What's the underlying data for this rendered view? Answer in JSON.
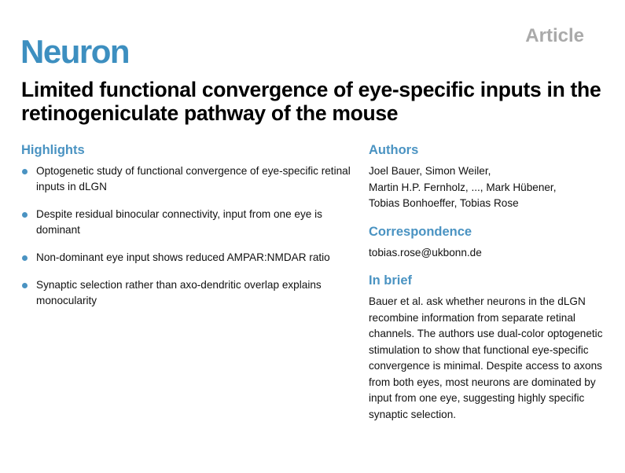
{
  "header": {
    "journal": "Neuron",
    "article_type": "Article",
    "title": "Limited functional convergence of eye-specific inputs in the retinogeniculate pathway of the mouse"
  },
  "highlights": {
    "heading": "Highlights",
    "items": [
      "Optogenetic study of functional convergence of eye-specific retinal inputs in dLGN",
      "Despite residual binocular connectivity, input from one eye is dominant",
      "Non-dominant eye input shows reduced AMPAR:NMDAR ratio",
      "Synaptic selection rather than axo-dendritic overlap explains monocularity"
    ]
  },
  "authors": {
    "heading": "Authors",
    "lines": [
      "Joel Bauer, Simon Weiler,",
      "Martin H.P. Fernholz, ..., Mark Hübener,",
      "Tobias Bonhoeffer, Tobias Rose"
    ]
  },
  "correspondence": {
    "heading": "Correspondence",
    "email": "tobias.rose@ukbonn.de"
  },
  "in_brief": {
    "heading": "In brief",
    "text": "Bauer et al. ask whether neurons in the dLGN recombine information from separate retinal channels. The authors use dual-color optogenetic stimulation to show that functional eye-specific convergence is minimal. Despite access to axons from both eyes, most neurons are dominated by input from one eye, suggesting highly specific synaptic selection."
  },
  "colors": {
    "accent": "#4a93c2",
    "journal": "#3d8fc0",
    "article_label": "#aaaaaa",
    "text": "#111111"
  }
}
